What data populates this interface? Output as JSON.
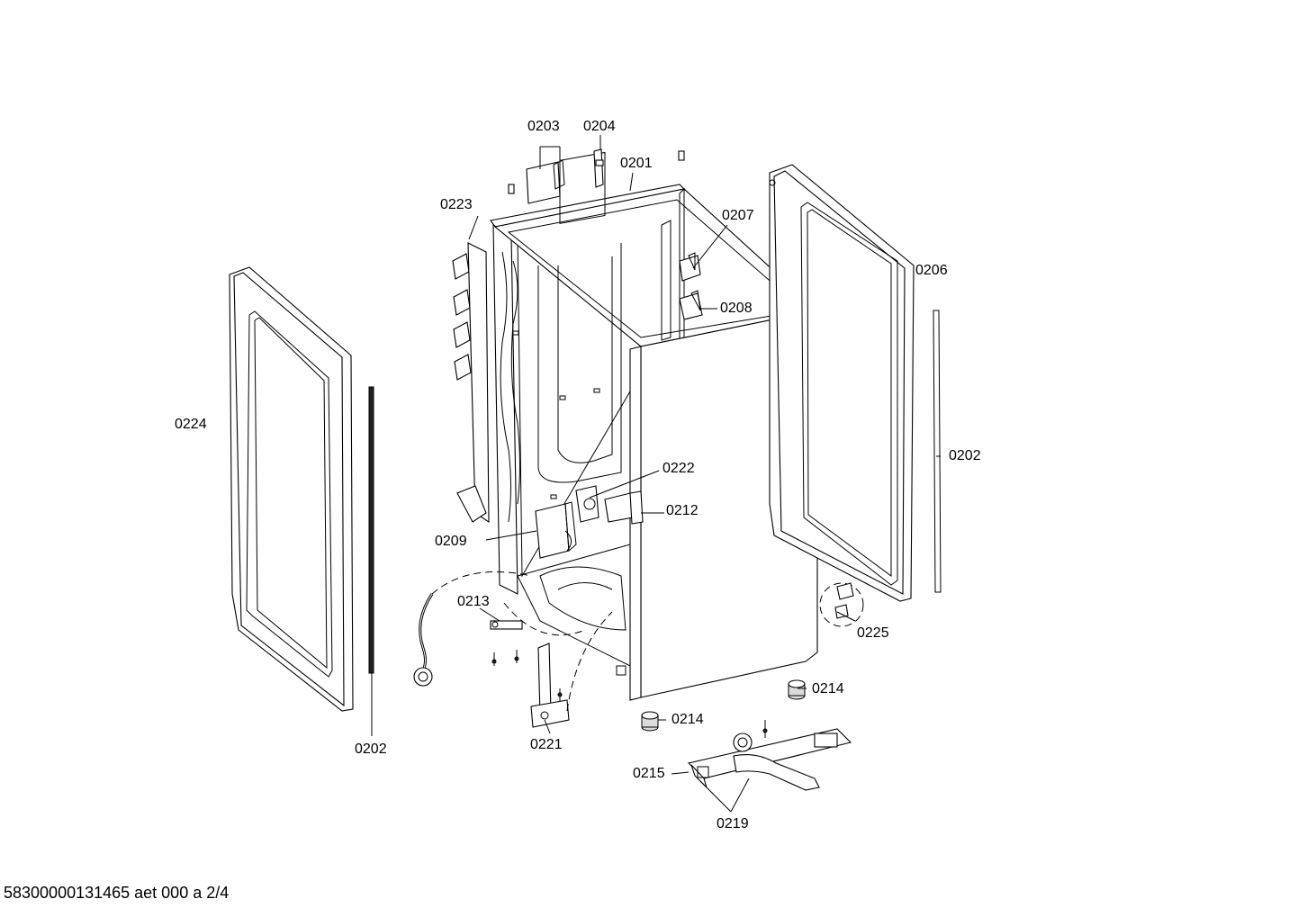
{
  "labels": {
    "p0203": "0203",
    "p0204": "0204",
    "p0201": "0201",
    "p0223": "0223",
    "p0207": "0207",
    "p0206": "0206",
    "p0208": "0208",
    "p0224": "0224",
    "p0202_right": "0202",
    "p0222": "0222",
    "p0212": "0212",
    "p0209": "0209",
    "p0213": "0213",
    "p0225": "0225",
    "p0214_right": "0214",
    "p0214_left": "0214",
    "p0221": "0221",
    "p0202_left": "0202",
    "p0215": "0215",
    "p0219": "0219"
  },
  "footer": {
    "doc_id": "58300000131465 aet 000 a 2/4"
  }
}
